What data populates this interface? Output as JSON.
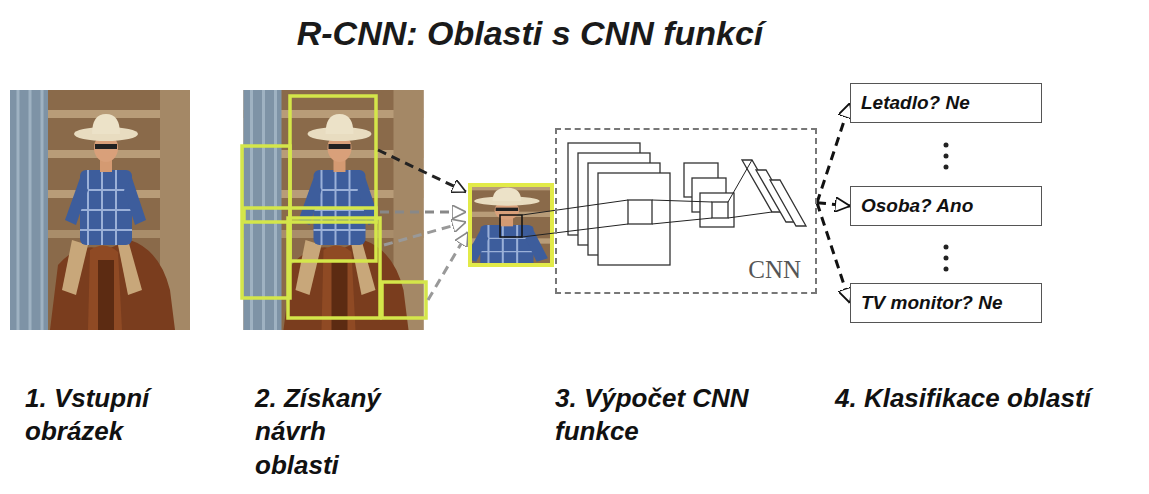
{
  "diagram": {
    "title": "R-CNN: Oblasti s CNN funkcí",
    "nodes": [
      {
        "text": [
          "CNN"
        ]
      },
      {
        "text": [
          "Letadlo? Ne"
        ]
      },
      {
        "text": [
          "Osoba? Ano"
        ]
      },
      {
        "text": [
          "TV monitor? Ne"
        ]
      }
    ],
    "edges": [
      {
        "from": 0,
        "to": 1,
        "arrow": "to"
      },
      {
        "from": 0,
        "to": 2,
        "arrow": "to"
      },
      {
        "from": 0,
        "to": 3,
        "arrow": "to"
      }
    ],
    "labels": [
      "1. Vstupní obrázek",
      "2. Získaný návrh oblasti",
      "3. Výpočet CNN funkce",
      "4. Klasifikace oblastí"
    ]
  }
}
